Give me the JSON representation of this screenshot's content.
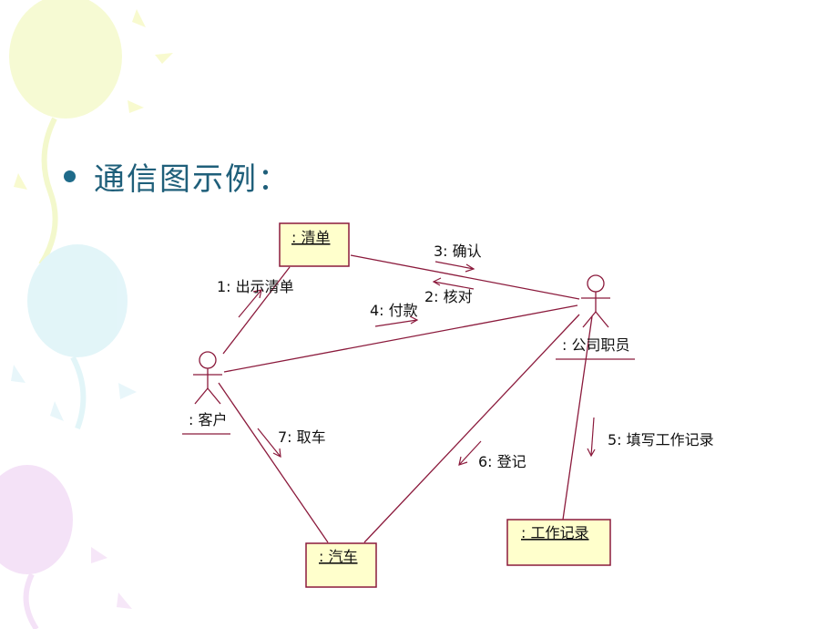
{
  "slide": {
    "title": "通信图示例："
  },
  "colors": {
    "line": "#8b1a3c",
    "box_fill": "#ffffcc",
    "box_border": "#8b1a3c",
    "title": "#1f5f7a"
  },
  "objects": {
    "qingdan": ": 清单",
    "qiche": ": 汽车",
    "gongzuojilu": ": 工作记录"
  },
  "actors": {
    "kehu": ": 客户",
    "zhiyuan": ": 公司职员"
  },
  "messages": {
    "m1": "1: 出示清单",
    "m2": "2: 核对",
    "m3": "3: 确认",
    "m4": "4: 付款",
    "m5": "5: 填写工作记录",
    "m6": "6: 登记",
    "m7": "7: 取车"
  }
}
